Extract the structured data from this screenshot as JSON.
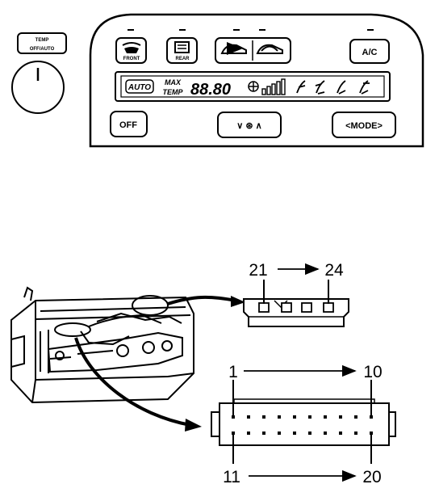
{
  "control_panel": {
    "temp_switch_label_line1": "TEMP",
    "temp_switch_label_line2": "OFF/AUTO",
    "front_button_label": "FRONT",
    "rear_button_label": "REAR",
    "ac_button_label": "A/C",
    "off_button_label": "OFF",
    "fan_button_label": "∨ ⊛ ∧",
    "mode_button_label": "<MODE>",
    "display": {
      "auto_indicator": "AUTO",
      "max_label": "MAX",
      "temp_label": "TEMP",
      "temperature_readout": "88.80"
    }
  },
  "connectors": {
    "small_connector_range": {
      "start": "21",
      "end": "24"
    },
    "large_connector_top_range": {
      "start": "1",
      "end": "10"
    },
    "large_connector_bottom_range": {
      "start": "11",
      "end": "20"
    }
  },
  "colors": {
    "line": "#000000",
    "background": "#ffffff"
  }
}
